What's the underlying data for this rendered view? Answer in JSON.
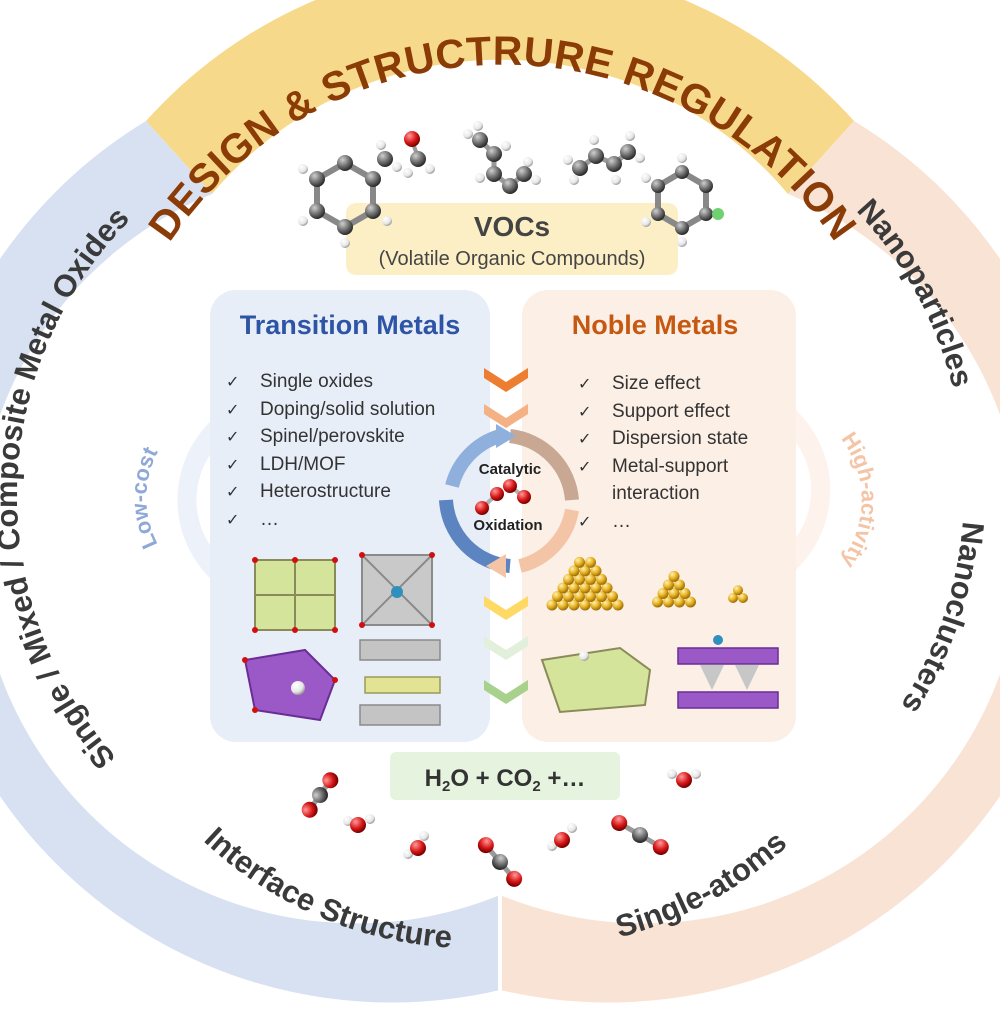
{
  "colors": {
    "top_ring": "#f7d98b",
    "left_ring": "#d8e1f1",
    "right_ring": "#f9e3d5",
    "title_text": "#8a3b06",
    "ring_text": "#3a3a3a",
    "transition_title": "#2e55a5",
    "noble_title": "#c65911",
    "transition_box": "#e8eef8",
    "noble_box": "#fbefe6",
    "vocs_box": "#fcefc6",
    "products_box": "#e6f3de",
    "low_cost": "#8fa9d6",
    "high_activity": "#f4c4a6",
    "chevrons": [
      "#ed7d31",
      "#f4b183",
      "#ffd966",
      "#e2efda",
      "#a9d18e"
    ]
  },
  "ring": {
    "top_title": "DESIGN & STRUCTRURE REGULATION",
    "left": "Single / Mixed / Composite Metal Oxides",
    "bottom_left": "Interface Structure",
    "right_top": "Nanoparticles",
    "right_mid": "Nanoclusters",
    "bottom_right": "Single-atoms"
  },
  "vocs": {
    "title": "VOCs",
    "subtitle": "(Volatile Organic Compounds)",
    "molecule_icons": [
      "toluene-molecule",
      "formaldehyde-molecule",
      "pentane-molecule",
      "propane-molecule",
      "chlorobenzene-molecule"
    ]
  },
  "transition": {
    "title": "Transition Metals",
    "side_label": "Low-cost",
    "items": [
      "Single oxides",
      "Doping/solid solution",
      "Spinel/perovskite",
      "LDH/MOF",
      "Heterostructure",
      "…"
    ]
  },
  "noble": {
    "title": "Noble Metals",
    "side_label": "High-activity",
    "items": [
      "Size effect",
      "Support effect",
      "Dispersion state",
      "Metal-support",
      "interaction",
      "…"
    ]
  },
  "center": {
    "line1": "Catalytic",
    "line2": "Oxidation"
  },
  "check": "✓",
  "products": {
    "h2o": "H",
    "sub2": "2",
    "o_plus_co": "O + CO",
    "tail": " +…"
  }
}
